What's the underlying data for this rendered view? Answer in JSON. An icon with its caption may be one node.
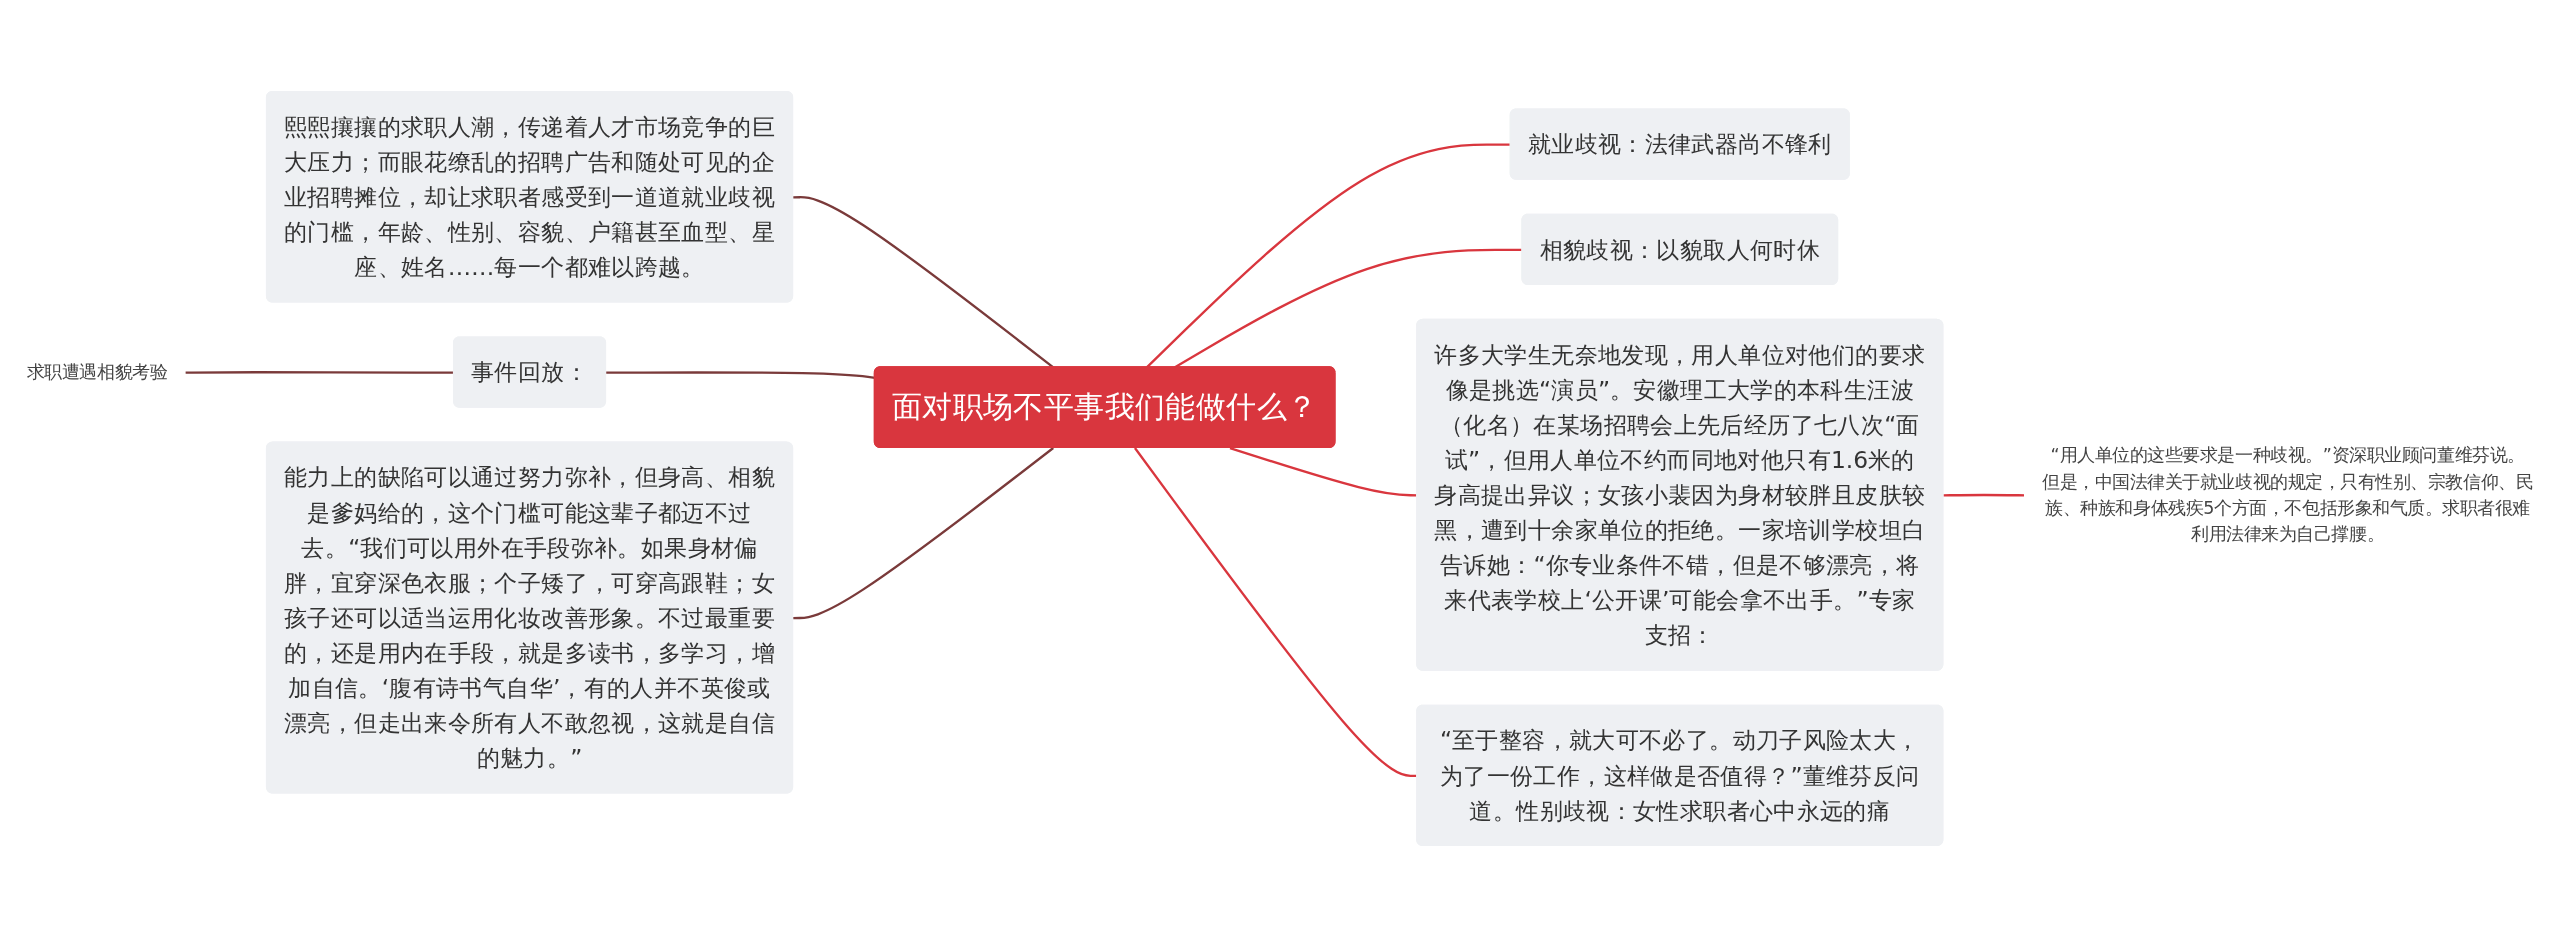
{
  "diagram": {
    "nodes": [
      {
        "text": [
          "面对职场不平事我们能做什么？"
        ]
      },
      {
        "text": [
          "就业歧视：法律武器尚不锋利"
        ]
      },
      {
        "text": [
          "相貌歧视：以貌取人何时休"
        ]
      },
      {
        "text": [
          "许多大学生无奈地发现，用人单位对他们的要求像是挑选“演员”。安徽理工大学的本科生汪波（化名）在某场招聘会上先后经历了七八次“面试”，但用人单位不约而同地对他只有1.6米的身高提出异议；女孩小裴因为身材较胖且皮肤较黑，遭到十余家单位的拒绝。一家培训学校坦白告诉她：“你专业条件不错，但是不够漂亮，将来代表学校上‘公开课’可能会拿不出手。”专家支招："
        ]
      },
      {
        "text": [
          "“用人单位的这些要求是一种歧视。”资深职业顾问董维芬说。但是，中国法律关于就业歧视的规定，只有性别、宗教信仰、民族、种族和身体残疾5个方面，不包括形象和气质。求职者很难利用法律来为自己撑腰。"
        ]
      },
      {
        "text": [
          "“至于整容，就大可不必了。动刀子风险太大，为了一份工作，这样做是否值得？”董维芬反问道。性别歧视：女性求职者心中永远的痛"
        ]
      },
      {
        "text": [
          "熙熙攘攘的求职人潮，传递着人才市场竞争的巨大压力；而眼花缭乱的招聘广告和随处可见的企业招聘摊位，却让求职者感受到一道道就业歧视的门槛，年龄、性别、容貌、户籍甚至血型、星座、姓名……每一个都难以跨越。"
        ]
      },
      {
        "text": [
          "事件回放："
        ]
      },
      {
        "text": [
          "求职遭遇相貌考验"
        ]
      },
      {
        "text": [
          "能力上的缺陷可以通过努力弥补，但身高、相貌是爹妈给的，这个门槛可能这辈子都迈不过去。“我们可以用外在手段弥补。如果身材偏胖，宜穿深色衣服；个子矮了，可穿高跟鞋；女孩子还可以适当运用化妆改善形象。不过最重要的，还是用内在手段，就是多读书，多学习，增加自信。‘腹有诗书气自华’，有的人并不英俊或漂亮，但走出来令所有人不敢忽视，这就是自信的魅力。”"
        ]
      }
    ],
    "edges": [
      {
        "from": 0,
        "to": 1,
        "arrow": "none"
      },
      {
        "from": 0,
        "to": 2,
        "arrow": "none"
      },
      {
        "from": 0,
        "to": 3,
        "arrow": "none"
      },
      {
        "from": 3,
        "to": 4,
        "arrow": "none"
      },
      {
        "from": 0,
        "to": 5,
        "arrow": "none"
      },
      {
        "from": 6,
        "to": 0,
        "arrow": "none",
        "color": "#7a3a3a"
      },
      {
        "from": 7,
        "to": 0,
        "arrow": "none",
        "color": "#7a3a3a"
      },
      {
        "from": 8,
        "to": 7,
        "arrow": "none",
        "color": "#7a3a3a"
      },
      {
        "from": 9,
        "to": 0,
        "arrow": "none",
        "color": "#7a3a3a"
      }
    ]
  }
}
